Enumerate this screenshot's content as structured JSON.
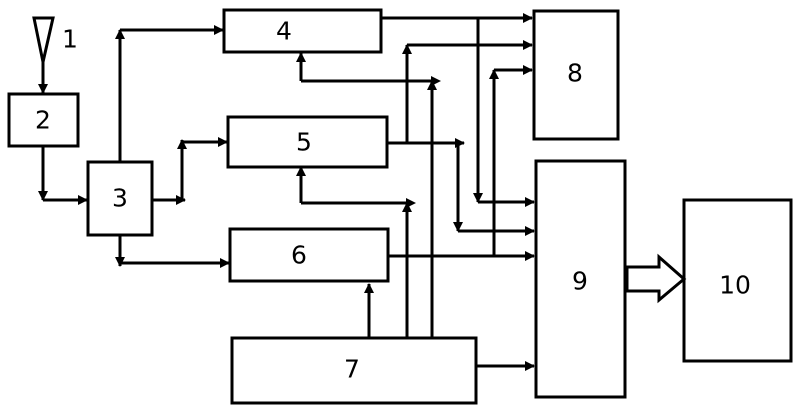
{
  "diagram": {
    "type": "block-diagram",
    "blocks": [
      {
        "id": "antenna",
        "label": "1"
      },
      {
        "id": "b2",
        "label": "2"
      },
      {
        "id": "b3",
        "label": "3"
      },
      {
        "id": "b4",
        "label": "4"
      },
      {
        "id": "b5",
        "label": "5"
      },
      {
        "id": "b6",
        "label": "6"
      },
      {
        "id": "b7",
        "label": "7"
      },
      {
        "id": "b8",
        "label": "8"
      },
      {
        "id": "b9",
        "label": "9"
      },
      {
        "id": "b10",
        "label": "10"
      }
    ],
    "connections": [
      {
        "from": "1",
        "to": "2"
      },
      {
        "from": "2",
        "to": "3"
      },
      {
        "from": "3",
        "to": "4"
      },
      {
        "from": "3",
        "to": "5"
      },
      {
        "from": "3",
        "to": "6"
      },
      {
        "from": "4",
        "to": "8"
      },
      {
        "from": "4",
        "to": "9"
      },
      {
        "from": "5",
        "to": "8"
      },
      {
        "from": "5",
        "to": "9"
      },
      {
        "from": "6",
        "to": "8"
      },
      {
        "from": "6",
        "to": "9"
      },
      {
        "from": "7",
        "to": "4"
      },
      {
        "from": "7",
        "to": "5"
      },
      {
        "from": "7",
        "to": "6"
      },
      {
        "from": "7",
        "to": "8"
      },
      {
        "from": "7",
        "to": "9"
      },
      {
        "from": "9",
        "to": "10"
      }
    ],
    "colors": {
      "line": "#000000",
      "background": "#ffffff"
    }
  }
}
